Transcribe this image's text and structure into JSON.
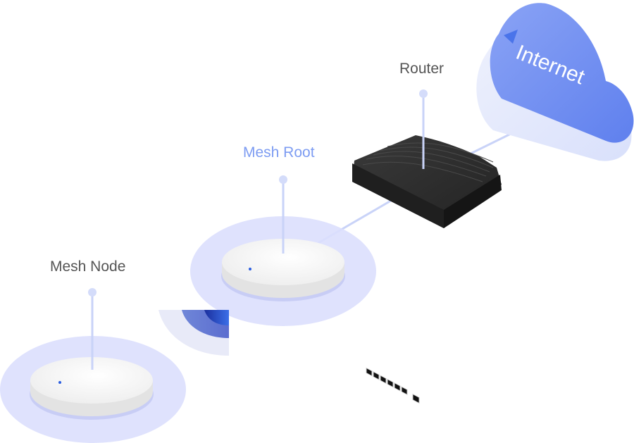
{
  "diagram": {
    "title": "Mesh network topology",
    "nodes": [
      {
        "id": "internet",
        "label": "Internet",
        "type": "cloud"
      },
      {
        "id": "router",
        "label": "Router",
        "type": "router"
      },
      {
        "id": "mesh_root",
        "label": "Mesh Root",
        "type": "mesh-access-point",
        "highlighted": true
      },
      {
        "id": "mesh_node",
        "label": "Mesh Node",
        "type": "mesh-access-point",
        "highlighted": false
      }
    ],
    "edges": [
      {
        "from": "internet",
        "to": "router",
        "kind": "wired"
      },
      {
        "from": "router",
        "to": "mesh_root",
        "kind": "wired"
      },
      {
        "from": "mesh_root",
        "to": "mesh_node",
        "kind": "wireless"
      }
    ],
    "router_ports": {
      "lan": 6,
      "wan": 1
    }
  },
  "colors": {
    "accent": "#7d9cf2",
    "cloud": "#6f8ef0",
    "cloud_side": "#e6eafc",
    "halo": "#dcdffd",
    "router_body": "#2e2e2e",
    "connector": "#c9d3f8",
    "label_text": "#555555",
    "led": "#2d5fe0",
    "signal_dark": "#2a3fb8"
  }
}
